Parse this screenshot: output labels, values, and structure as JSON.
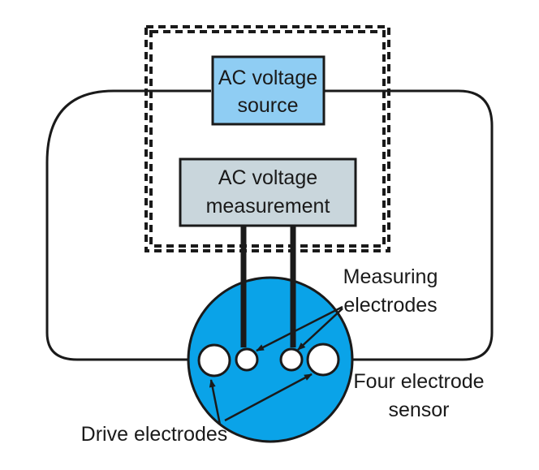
{
  "source_box": {
    "line1": "AC voltage",
    "line2": "source",
    "fill": "#8fcdf3"
  },
  "measurement_box": {
    "line1": "AC voltage",
    "line2": "measurement",
    "fill": "#c9d6dc"
  },
  "sensor": {
    "fill": "#0aa3e8"
  },
  "labels": {
    "measuring_line1": "Measuring",
    "measuring_line2": "electrodes",
    "sensor_line1": "Four electrode",
    "sensor_line2": "sensor",
    "drive": "Drive electrodes"
  }
}
